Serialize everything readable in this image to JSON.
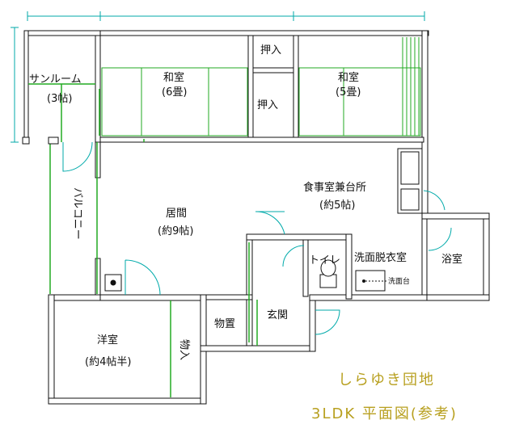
{
  "colors": {
    "wall": "#111111",
    "wall_fill": "#ffffff",
    "green": "#22aa22",
    "cyan": "#00aaaa",
    "title": "#b8a020"
  },
  "rooms": {
    "sunroom": {
      "name": "サンルーム",
      "size": "(3帖)"
    },
    "washitsu6": {
      "name": "和室",
      "size": "(6畳)"
    },
    "oshiire1": {
      "name": "押入"
    },
    "oshiire2": {
      "name": "押入"
    },
    "washitsu5": {
      "name": "和室",
      "size": "(5畳)"
    },
    "dining": {
      "name": "食事室兼台所",
      "size": "(約5帖)"
    },
    "balcony": {
      "name": "バルコニー"
    },
    "living": {
      "name": "居間",
      "size": "(約9帖)"
    },
    "toilet": {
      "name": "トイレ"
    },
    "washroom": {
      "name": "洗面脱衣室"
    },
    "washbasin": {
      "name": "洗面台"
    },
    "bath": {
      "name": "浴室"
    },
    "youshitsu": {
      "name": "洋室",
      "size": "(約4帖半)"
    },
    "storage": {
      "name": "物置"
    },
    "closet": {
      "name": "物入"
    },
    "entrance": {
      "name": "玄関"
    }
  },
  "title": {
    "line1": "しらゆき団地",
    "line2": "3LDK 平面図(参考)"
  }
}
